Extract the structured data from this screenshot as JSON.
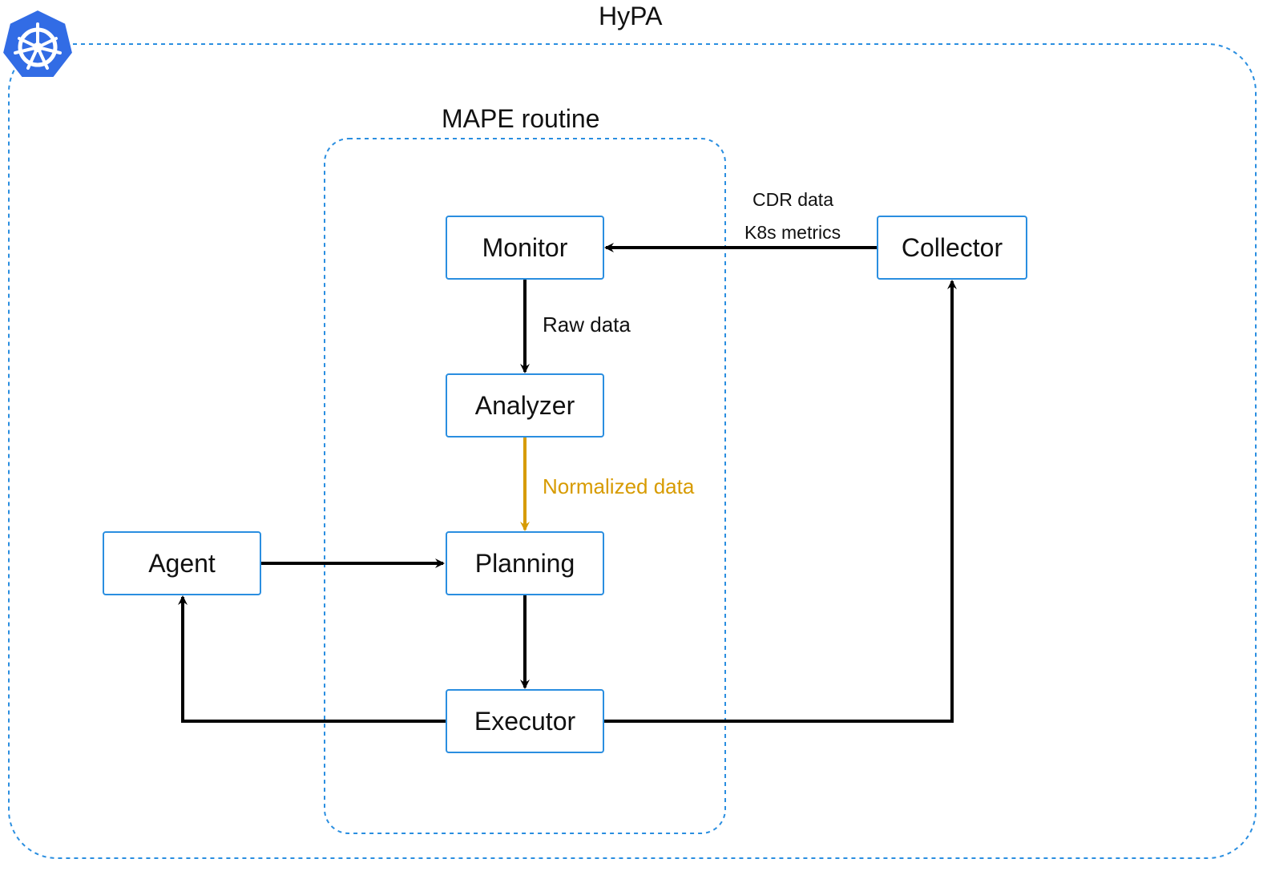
{
  "groups": {
    "outer_title": "HyPA",
    "inner_title": "MAPE routine"
  },
  "nodes": {
    "monitor": "Monitor",
    "analyzer": "Analyzer",
    "planning": "Planning",
    "executor": "Executor",
    "collector": "Collector",
    "agent": "Agent"
  },
  "edges": {
    "collector_to_monitor_line1": "CDR data",
    "collector_to_monitor_line2": "K8s metrics",
    "monitor_to_analyzer": "Raw data",
    "analyzer_to_planning": "Normalized data"
  },
  "icons": {
    "logo": "kubernetes-helm-icon"
  },
  "colors": {
    "box_border": "#2a8ee0",
    "group_border": "#2a8ee0",
    "arrow": "#000000",
    "highlight_arrow": "#d79b00",
    "logo_fill": "#326ce5"
  }
}
